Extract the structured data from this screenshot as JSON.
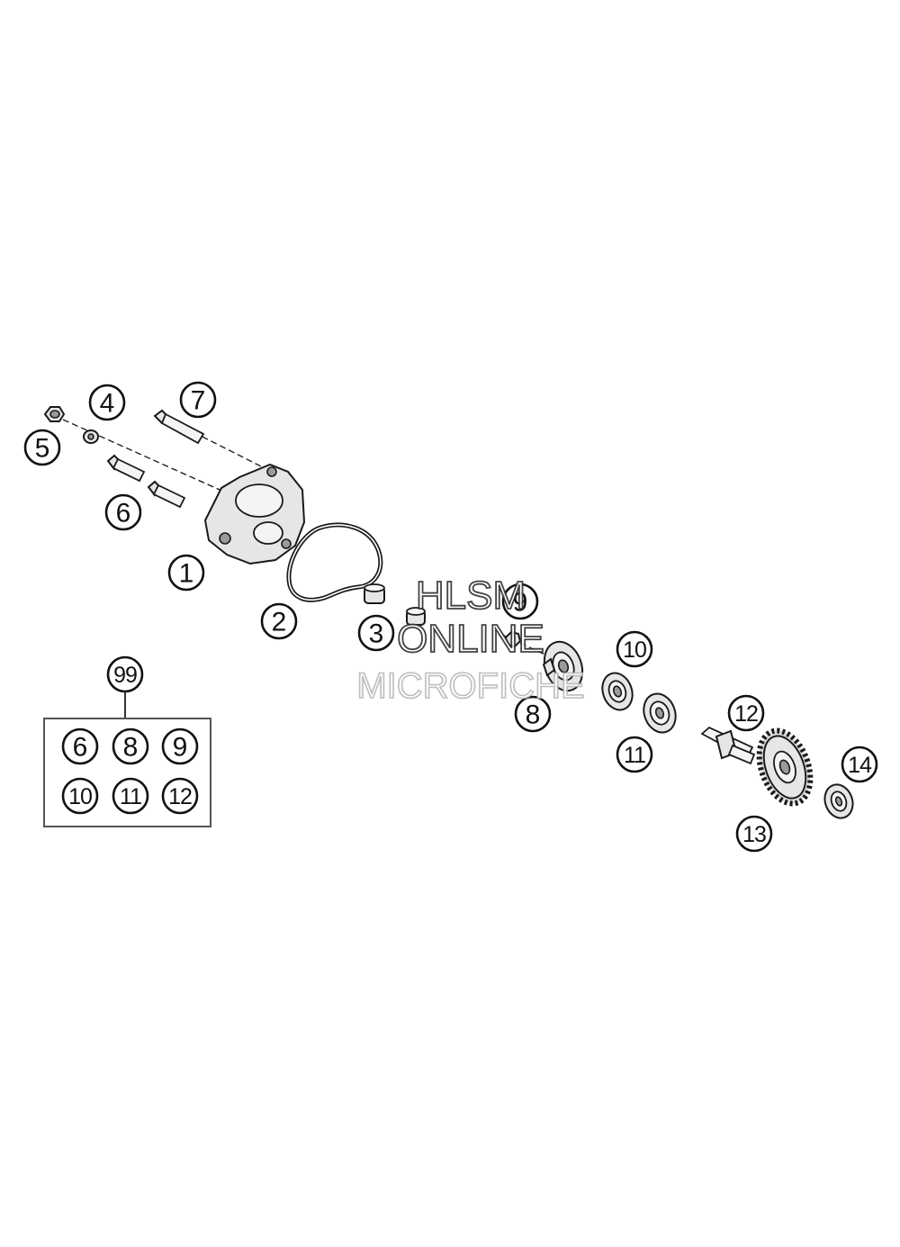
{
  "diagram": {
    "callouts": {
      "c1": "1",
      "c2": "2",
      "c3": "3",
      "c4": "4",
      "c5": "5",
      "c6": "6",
      "c7": "7",
      "c8": "8",
      "c9": "9",
      "c10": "10",
      "c11": "11",
      "c12": "12",
      "c13": "13",
      "c14": "14"
    },
    "kit": {
      "label": "99",
      "items": [
        "6",
        "8",
        "9",
        "10",
        "11",
        "12"
      ]
    }
  },
  "watermark": {
    "line1": "HLSM",
    "line2": "ONLINE",
    "line3": "MICROFICHE"
  }
}
